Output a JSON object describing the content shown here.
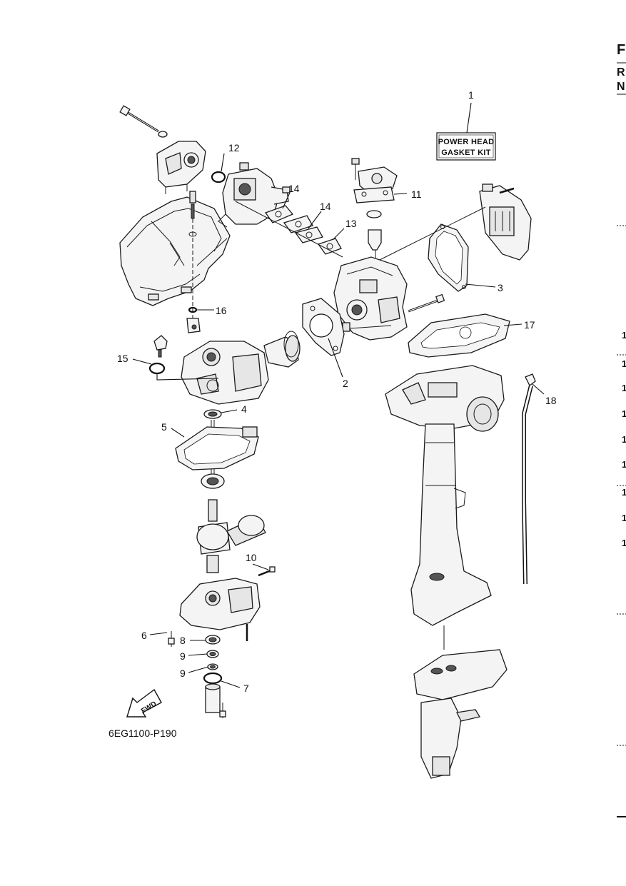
{
  "diagram": {
    "drawing_code": "6EG1100-P190",
    "kit_label": {
      "line1": "POWER HEAD",
      "line2": "GASKET KIT"
    },
    "fwd_label": "FWD",
    "callouts": [
      {
        "id": "c1",
        "label": "1"
      },
      {
        "id": "c2",
        "label": "2"
      },
      {
        "id": "c3",
        "label": "3"
      },
      {
        "id": "c4",
        "label": "4"
      },
      {
        "id": "c5",
        "label": "5"
      },
      {
        "id": "c6",
        "label": "6"
      },
      {
        "id": "c7",
        "label": "7"
      },
      {
        "id": "c8",
        "label": "8"
      },
      {
        "id": "c9a",
        "label": "9"
      },
      {
        "id": "c9b",
        "label": "9"
      },
      {
        "id": "c10",
        "label": "10"
      },
      {
        "id": "c11",
        "label": "11"
      },
      {
        "id": "c12",
        "label": "12"
      },
      {
        "id": "c13",
        "label": "13"
      },
      {
        "id": "c14a",
        "label": "14"
      },
      {
        "id": "c14b",
        "label": "14"
      },
      {
        "id": "c15",
        "label": "15"
      },
      {
        "id": "c16",
        "label": "16"
      },
      {
        "id": "c17",
        "label": "17"
      },
      {
        "id": "c18",
        "label": "18"
      }
    ]
  },
  "right_edge": {
    "header_letters": [
      "F",
      "R",
      "N"
    ],
    "row_markers": [
      "1",
      "1",
      "1",
      "1",
      "1",
      "1",
      "1",
      "1",
      "1"
    ]
  }
}
